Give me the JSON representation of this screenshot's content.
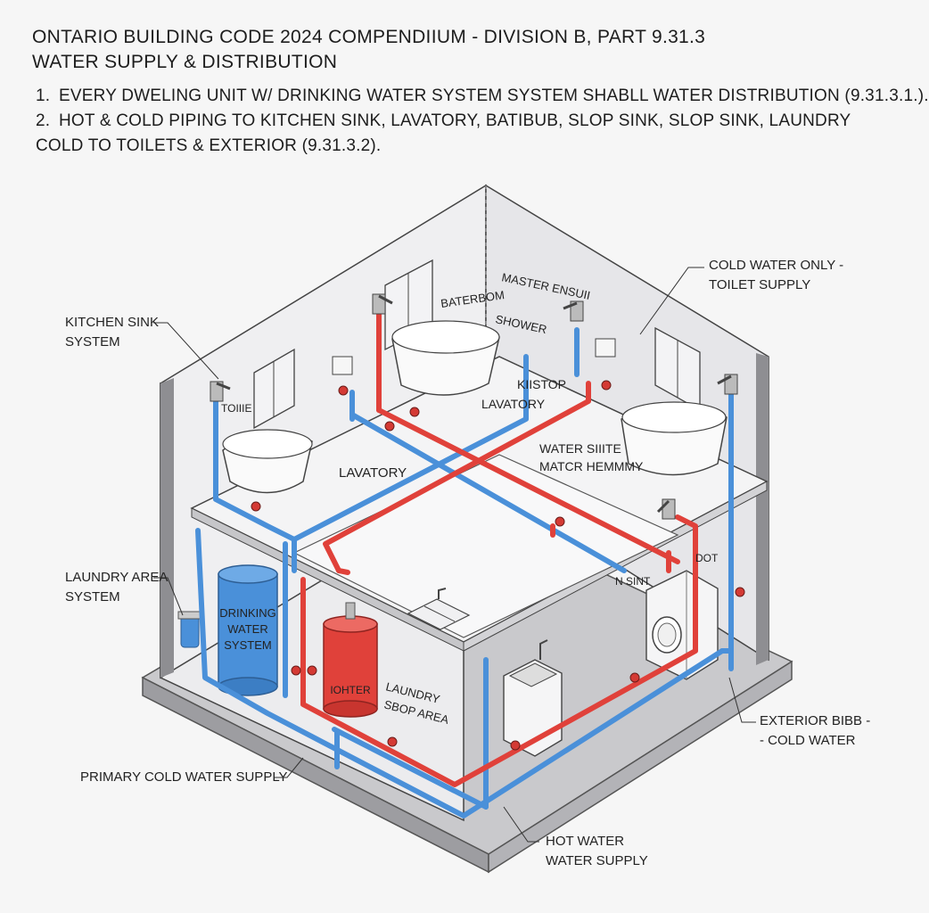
{
  "header": {
    "title_line1": "ONTARIO BUILDING CODE 2024 COMPENDIIUM - DIVISION B, PART 9.31.3",
    "title_line2": "WATER SUPPLY & DISTRIBUTION"
  },
  "notes": [
    {
      "num": "1.",
      "text": "EVERY DWELING UNIT W/ DRINKING WATER SYSTEM SYSTEM SHABLL WATER DISTRIBUTION (9.31.3.1.)."
    },
    {
      "num": "2.",
      "text": "HOT & COLD PIPING TO KITCHEN SINK, LAVATORY, BATIBUB, SLOP SINK, SLOP SINK, LAUNDRY",
      "cont": "COLD TO TOILETS & EXTERIOR (9.31.3.2)."
    }
  ],
  "callouts": {
    "kitchen_sink_1": "KITCHEN SINK",
    "kitchen_sink_2": "SYSTEM",
    "laundry_area_1": "LAUNDRY AREA",
    "laundry_area_2": "SYSTEM",
    "primary_cold": "PRIMARY COLD WATER SUPPLY",
    "cold_only_1": "COLD WATER ONLY -",
    "cold_only_2": "TOILET SUPPLY",
    "exterior_bibb_1": "EXTERIOR BIBB -",
    "exterior_bibb_2": "- COLD WATER",
    "hot_water_1": "HOT WATER",
    "hot_water_2": "WATER SUPPLY"
  },
  "room_labels": {
    "bathroom": "BATERBOM",
    "master_ensuite": "MASTER ENSUII",
    "shower": "SHOWER",
    "kiistop": "KIISTOP",
    "lavatory_upper": "LAVATORY",
    "lavatory_mid": "LAVATORY",
    "water_suite_1": "WATER SIIITE",
    "water_suite_2": "MATCR HEMMMY",
    "toilet_left": "TOIIIE",
    "dot": "DOT",
    "sink": "N SINT",
    "drinking_1": "DRINKING",
    "drinking_2": "WATER",
    "drinking_3": "SYSTEM",
    "heater": "IOHTER",
    "laundry_slop_1": "LAUNDRY",
    "laundry_slop_2": "SBOP AREA"
  },
  "colors": {
    "cold": "#4a90d9",
    "hot": "#e0413a",
    "wall": "#e8e8ea",
    "floor": "#d9d9dc",
    "line": "#3a3a3a"
  }
}
